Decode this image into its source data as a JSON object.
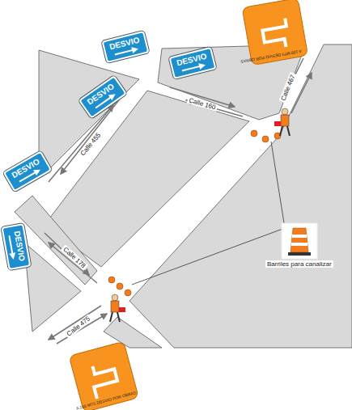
{
  "diagram": {
    "nodes": [
      {
        "text": [
          "DESVIO"
        ]
      },
      {
        "text": [
          "DESVIO"
        ]
      },
      {
        "text": [
          "DESVIO"
        ]
      },
      {
        "text": [
          "DESVIO"
        ]
      },
      {
        "text": [
          "DESVIO"
        ]
      }
    ],
    "labels": [
      "Calle 160",
      "Calle 467",
      "Calle 455",
      "Calle 178",
      "Calle 475",
      "Barriles para canalizar",
      "A 100 MTS DESVIO POR OBRAS",
      "A 100 MTS DESVIO POR OBRAS"
    ]
  }
}
